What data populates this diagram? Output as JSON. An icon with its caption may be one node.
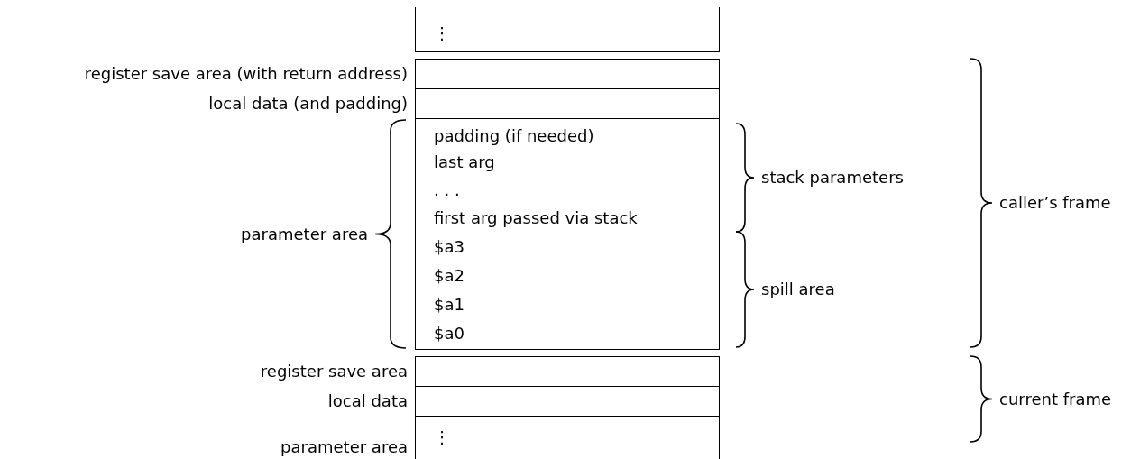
{
  "diagram": {
    "nodes": [
      {
        "text": [
          "⋮"
        ]
      },
      {
        "text": [],
        "shape": "box",
        "beside": [
          "register save area (with return address)"
        ]
      },
      {
        "text": [],
        "shape": "box",
        "beside": [
          "local data (and padding)"
        ]
      },
      {
        "text": [
          "padding (if needed)",
          "last arg",
          ". . .",
          "first arg passed via stack",
          "$a3",
          "$a2",
          "$a1",
          "$a0"
        ],
        "beside": [
          "parameter area"
        ]
      },
      {
        "text": [],
        "shape": "box",
        "beside": [
          "register save area"
        ]
      },
      {
        "text": [],
        "shape": "box",
        "beside": [
          "local data"
        ]
      },
      {
        "text": [
          "⋮"
        ],
        "beside": [
          "parameter area"
        ]
      }
    ],
    "labels": [
      "stack parameters",
      "spill area",
      "caller’s frame",
      "current frame"
    ]
  }
}
